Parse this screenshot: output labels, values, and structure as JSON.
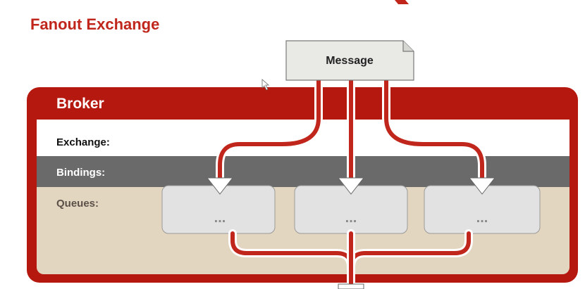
{
  "slide": {
    "title": "Fanout Exchange"
  },
  "message": {
    "label": "Message"
  },
  "broker": {
    "label": "Broker",
    "exchange_label": "Exchange:",
    "bindings_label": "Bindings:",
    "queues_label": "Queues:"
  },
  "queues": [
    {
      "label": "..."
    },
    {
      "label": "..."
    },
    {
      "label": "..."
    }
  ],
  "colors": {
    "title_red": "#c0261b",
    "broker_red": "#b5180f",
    "band_white": "#ffffff",
    "bindings_gray": "#6a6a6a",
    "queues_tan": "#e3d6c0",
    "queue_box_gray": "#e2e2e2",
    "message_box": "#e9e9e6",
    "arrow_red": "#c0261b"
  }
}
